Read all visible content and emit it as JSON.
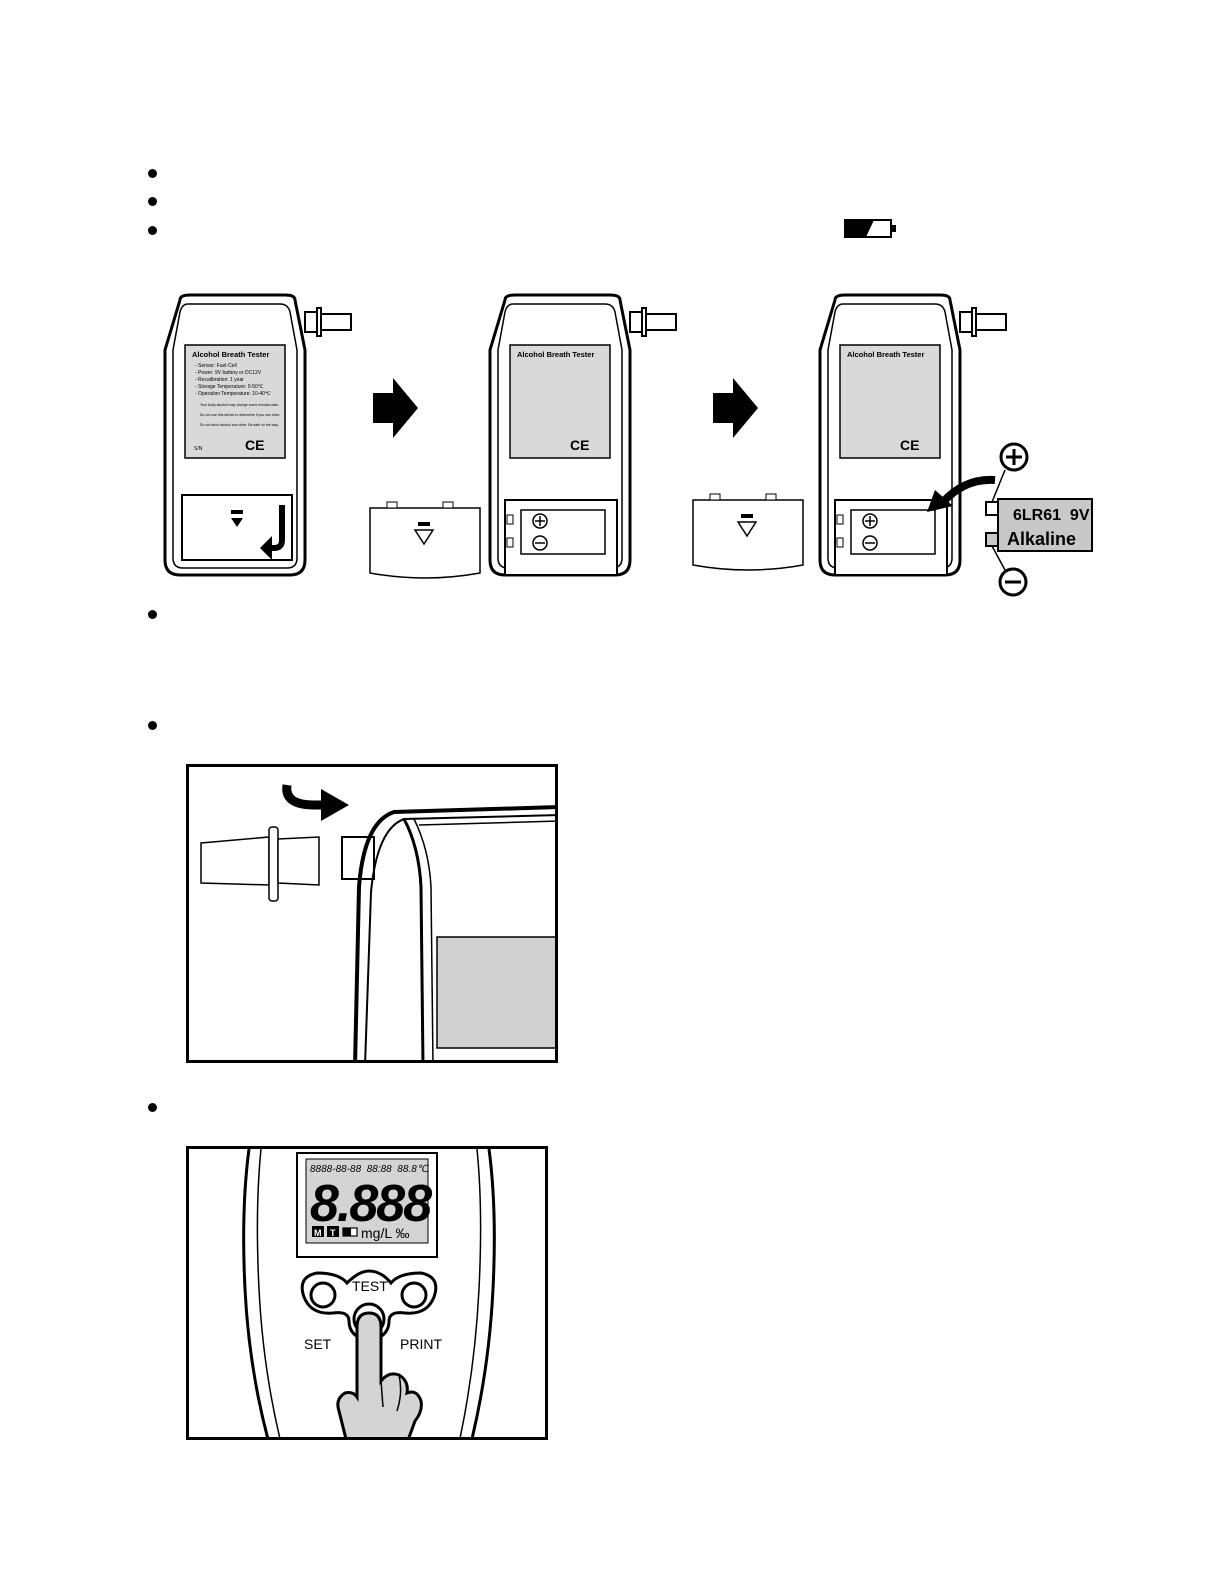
{
  "label_panel": {
    "title": "Alcohol Breath Tester",
    "specs": [
      "- Sensor: Fuel-Cell",
      "- Power: 9V battery or DC12V",
      "- Recalibration: 1 year",
      "- Storage Temperature: 0-50℃",
      "- Operation Temperature: 10-40℃"
    ],
    "warnings": [
      "Your body alcohol may change some minutes later.",
      "Do not use this device to determine if you can drive.",
      "Do not drink alcohol and drive. Be safe on the way."
    ],
    "serial": "S/N",
    "ce_mark": "CE"
  },
  "battery": {
    "line1": "6LR61  9V",
    "line2": "Alkaline",
    "plus": "+",
    "minus": "−"
  },
  "lcd": {
    "top_row": "8888-88-88  88:88  88.8℃",
    "digits": "8.888",
    "units": "mg/L ‰",
    "m_label": "M",
    "t_label": "T"
  },
  "buttons": {
    "test": "TEST",
    "set": "SET",
    "print": "PRINT"
  }
}
